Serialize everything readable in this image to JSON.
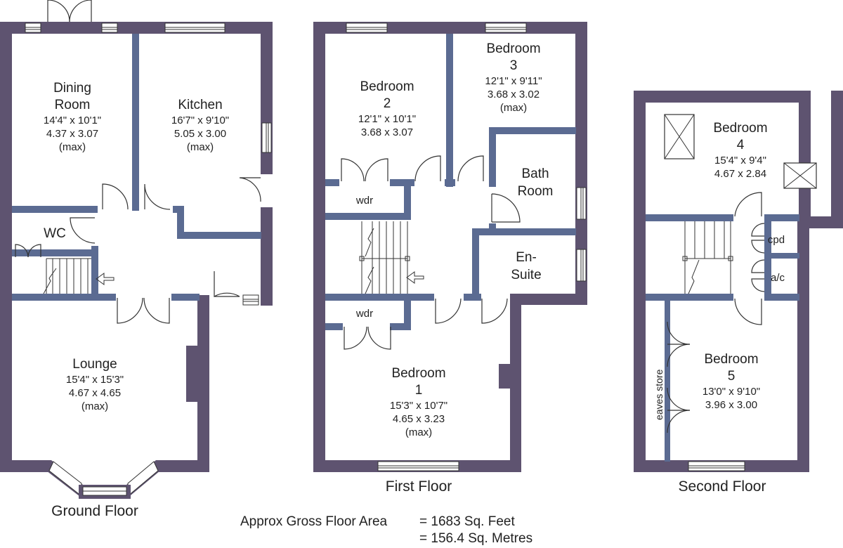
{
  "colors": {
    "outer_wall": "#5e5370",
    "inner_wall": "#5b6b92",
    "window_fill": "#ffffff",
    "background": "#ffffff"
  },
  "floors": {
    "ground": {
      "label": "Ground Floor",
      "rooms": {
        "dining": {
          "name1": "Dining",
          "name2": "Room",
          "dim_imperial": "14'4\" x 10'1\"",
          "dim_metric": "4.37 x 3.07",
          "note": "(max)"
        },
        "kitchen": {
          "name1": "Kitchen",
          "dim_imperial": "16'7\" x 9'10\"",
          "dim_metric": "5.05 x 3.00",
          "note": "(max)"
        },
        "wc": {
          "name1": "WC"
        },
        "lounge": {
          "name1": "Lounge",
          "dim_imperial": "15'4\" x 15'3\"",
          "dim_metric": "4.67 x 4.65",
          "note": "(max)"
        }
      }
    },
    "first": {
      "label": "First Floor",
      "rooms": {
        "bedroom2": {
          "name1": "Bedroom",
          "name2": "2",
          "dim_imperial": "12'1\" x 10'1\"",
          "dim_metric": "3.68 x 3.07"
        },
        "bedroom3": {
          "name1": "Bedroom",
          "name2": "3",
          "dim_imperial": "12'1\" x 9'11\"",
          "dim_metric": "3.68 x 3.02",
          "note": "(max)"
        },
        "bathroom": {
          "name1": "Bath",
          "name2": "Room"
        },
        "wdr_upper": {
          "name1": "wdr"
        },
        "ensuite": {
          "name1": "En-",
          "name2": "Suite"
        },
        "wdr_lower": {
          "name1": "wdr"
        },
        "bedroom1": {
          "name1": "Bedroom",
          "name2": "1",
          "dim_imperial": "15'3\" x 10'7\"",
          "dim_metric": "4.65 x 3.23",
          "note": "(max)"
        }
      }
    },
    "second": {
      "label": "Second Floor",
      "rooms": {
        "bedroom4": {
          "name1": "Bedroom",
          "name2": "4",
          "dim_imperial": "15'4\" x 9'4\"",
          "dim_metric": "4.67 x 2.84"
        },
        "cpd": {
          "name1": "cpd"
        },
        "ac": {
          "name1": "a/c"
        },
        "eaves": {
          "name1": "eaves store"
        },
        "bedroom5": {
          "name1": "Bedroom",
          "name2": "5",
          "dim_imperial": "13'0\" x 9'10\"",
          "dim_metric": "3.96 x 3.00"
        }
      }
    }
  },
  "area": {
    "label": "Approx Gross Floor Area",
    "line1": "= 1683 Sq. Feet",
    "line2": "= 156.4 Sq. Metres"
  }
}
